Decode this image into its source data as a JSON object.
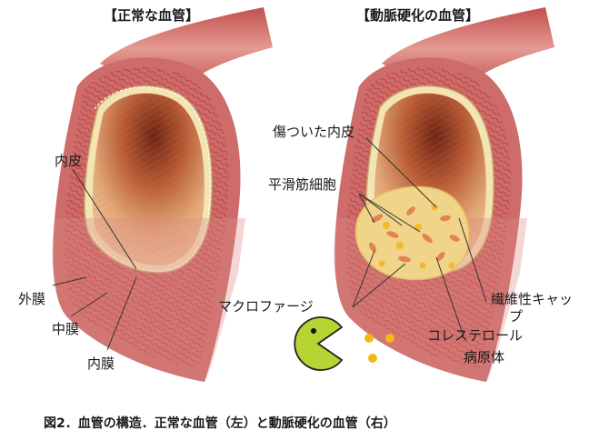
{
  "headers": {
    "normal": "【正常な血管】",
    "atherosclerotic": "【動脈硬化の血管】"
  },
  "labels_normal": {
    "endothelium": "内皮",
    "adventitia": "外膜",
    "media": "中膜",
    "intima": "内膜"
  },
  "labels_athero": {
    "damaged_endothelium": "傷ついた内皮",
    "smooth_muscle_cells": "平滑筋細胞",
    "macrophage": "マクロファージ",
    "fibrous_cap_line1": "繊維性キャッ",
    "fibrous_cap_line2": "プ",
    "cholesterol": "コレステロール",
    "pathogen": "病原体"
  },
  "caption": "図2．血管の構造．正常な血管（左）と動脈硬化の血管（右）",
  "colors": {
    "vessel_outer": "#d27a7a",
    "vessel_muscle": "#c85a5a",
    "lumen": "#e6b090",
    "lumen_dark": "#7a2818",
    "plaque": "#f0d48a",
    "pacman": "#b6d432",
    "pathogen_dot": "#f0b818"
  }
}
